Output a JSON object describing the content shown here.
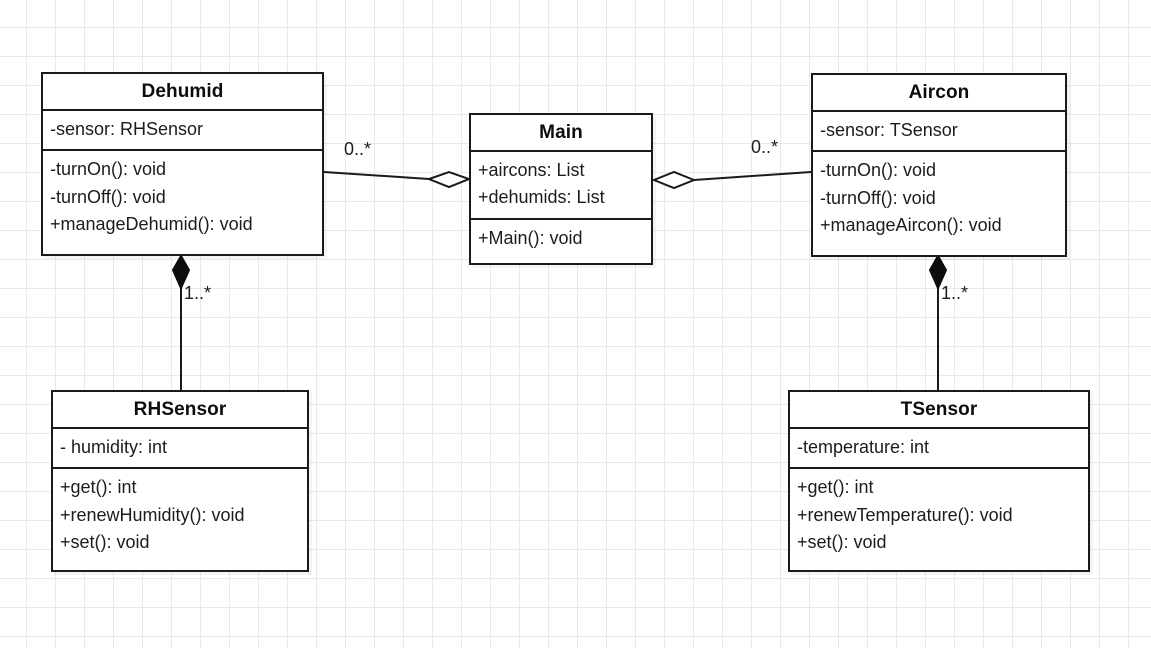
{
  "diagram": {
    "type": "uml-class-diagram",
    "background": "#ffffff",
    "grid_color": "#e9e9e9",
    "line_color": "#1a1a1a",
    "classes": [
      {
        "id": "dehumid",
        "name": "Dehumid",
        "attributes": [
          "-sensor: RHSensor"
        ],
        "operations": [
          "-turnOn(): void",
          "-turnOff(): void",
          "+manageDehumid(): void"
        ]
      },
      {
        "id": "main",
        "name": "Main",
        "attributes": [
          "+aircons: List",
          "+dehumids: List"
        ],
        "operations": [
          "+Main(): void"
        ]
      },
      {
        "id": "aircon",
        "name": "Aircon",
        "attributes": [
          "-sensor: TSensor"
        ],
        "operations": [
          "-turnOn(): void",
          "-turnOff(): void",
          "+manageAircon(): void"
        ]
      },
      {
        "id": "rhsensor",
        "name": "RHSensor",
        "attributes": [
          "- humidity: int"
        ],
        "operations": [
          "+get(): int",
          "+renewHumidity(): void",
          "+set(): void"
        ]
      },
      {
        "id": "tsensor",
        "name": "TSensor",
        "attributes": [
          "-temperature: int"
        ],
        "operations": [
          "+get(): int",
          "+renewTemperature(): void",
          "+set(): void"
        ]
      }
    ],
    "relationships": [
      {
        "id": "dehumid-main",
        "kind": "aggregation",
        "from": "Dehumid",
        "to": "Main",
        "multiplicity": "0..*"
      },
      {
        "id": "aircon-main",
        "kind": "aggregation",
        "from": "Aircon",
        "to": "Main",
        "multiplicity": "0..*"
      },
      {
        "id": "dehumid-rhsensor",
        "kind": "composition",
        "from": "Dehumid",
        "to": "RHSensor",
        "multiplicity": "1..*"
      },
      {
        "id": "aircon-tsensor",
        "kind": "composition",
        "from": "Aircon",
        "to": "TSensor",
        "multiplicity": "1..*"
      }
    ]
  }
}
